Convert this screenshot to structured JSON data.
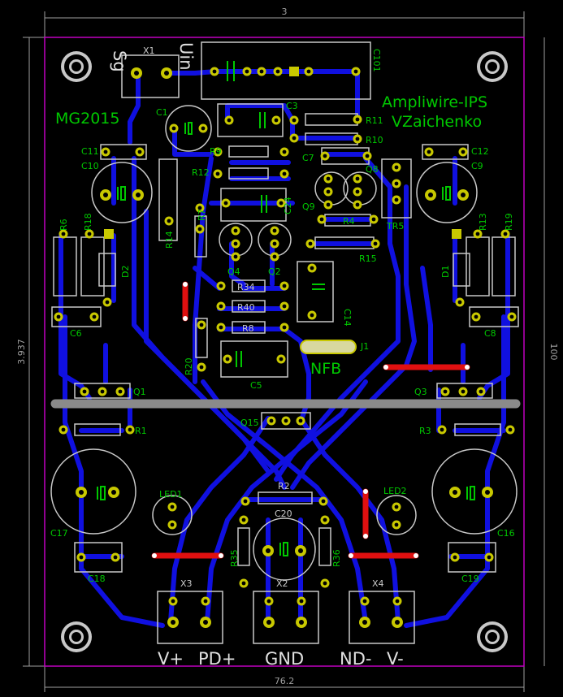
{
  "dimensions": {
    "top": "3",
    "bottom": "76.2",
    "left": "3.937",
    "right": "100"
  },
  "board": {
    "name": "MG2015",
    "title_1": "Ampliwire-IPS",
    "title_2": "VZaichenko"
  },
  "connector_labels": {
    "x3_left": "V+",
    "x3_right": "PD+",
    "x2": "GND",
    "x4_left": "ND-",
    "x4_right": "V-"
  },
  "jumper_label": "NFB",
  "components": {
    "sg": "Sg",
    "x1": "X1",
    "uin": "Uin",
    "c101": "C101",
    "c1": "C1",
    "c3": "C3",
    "r11": "R11",
    "r10": "R10",
    "c11": "C11",
    "c10": "C10",
    "c12": "C12",
    "c9": "C9",
    "r9": "R9",
    "r12": "R12",
    "c7": "C7",
    "q8": "Q8",
    "q9": "Q9",
    "r4": "R4",
    "tr5": "TR5",
    "r7": "R7",
    "c24": "C24",
    "r6": "R6",
    "r18": "R18",
    "r14": "R14",
    "r13": "R13",
    "r19": "R19",
    "d2": "D2",
    "d1": "D1",
    "q4": "Q4",
    "q2": "Q2",
    "r15": "R15",
    "r34": "R34",
    "r40": "R40",
    "r8": "R8",
    "c14": "C14",
    "c6": "C6",
    "c8": "C8",
    "r20": "R20",
    "c5": "C5",
    "j1": "J1",
    "q1": "Q1",
    "q3": "Q3",
    "q15": "Q15",
    "r1": "R1",
    "r3": "R3",
    "c17": "C17",
    "c16": "C16",
    "led1": "LED1",
    "led2": "LED2",
    "r2": "R2",
    "c20": "C20",
    "r35": "R35",
    "r36": "R36",
    "c18": "C18",
    "c19": "C19",
    "x3": "X3",
    "x2": "X2",
    "x4": "X4"
  },
  "colors": {
    "copper_bottom": "#1010e0",
    "silkscreen": "#c8c8c8",
    "pads": "#c8c800",
    "jumpers_top": "#e01010",
    "outline": "#c000c0",
    "text_green": "#00c800",
    "heatsink_bar": "#8a8a8a"
  }
}
